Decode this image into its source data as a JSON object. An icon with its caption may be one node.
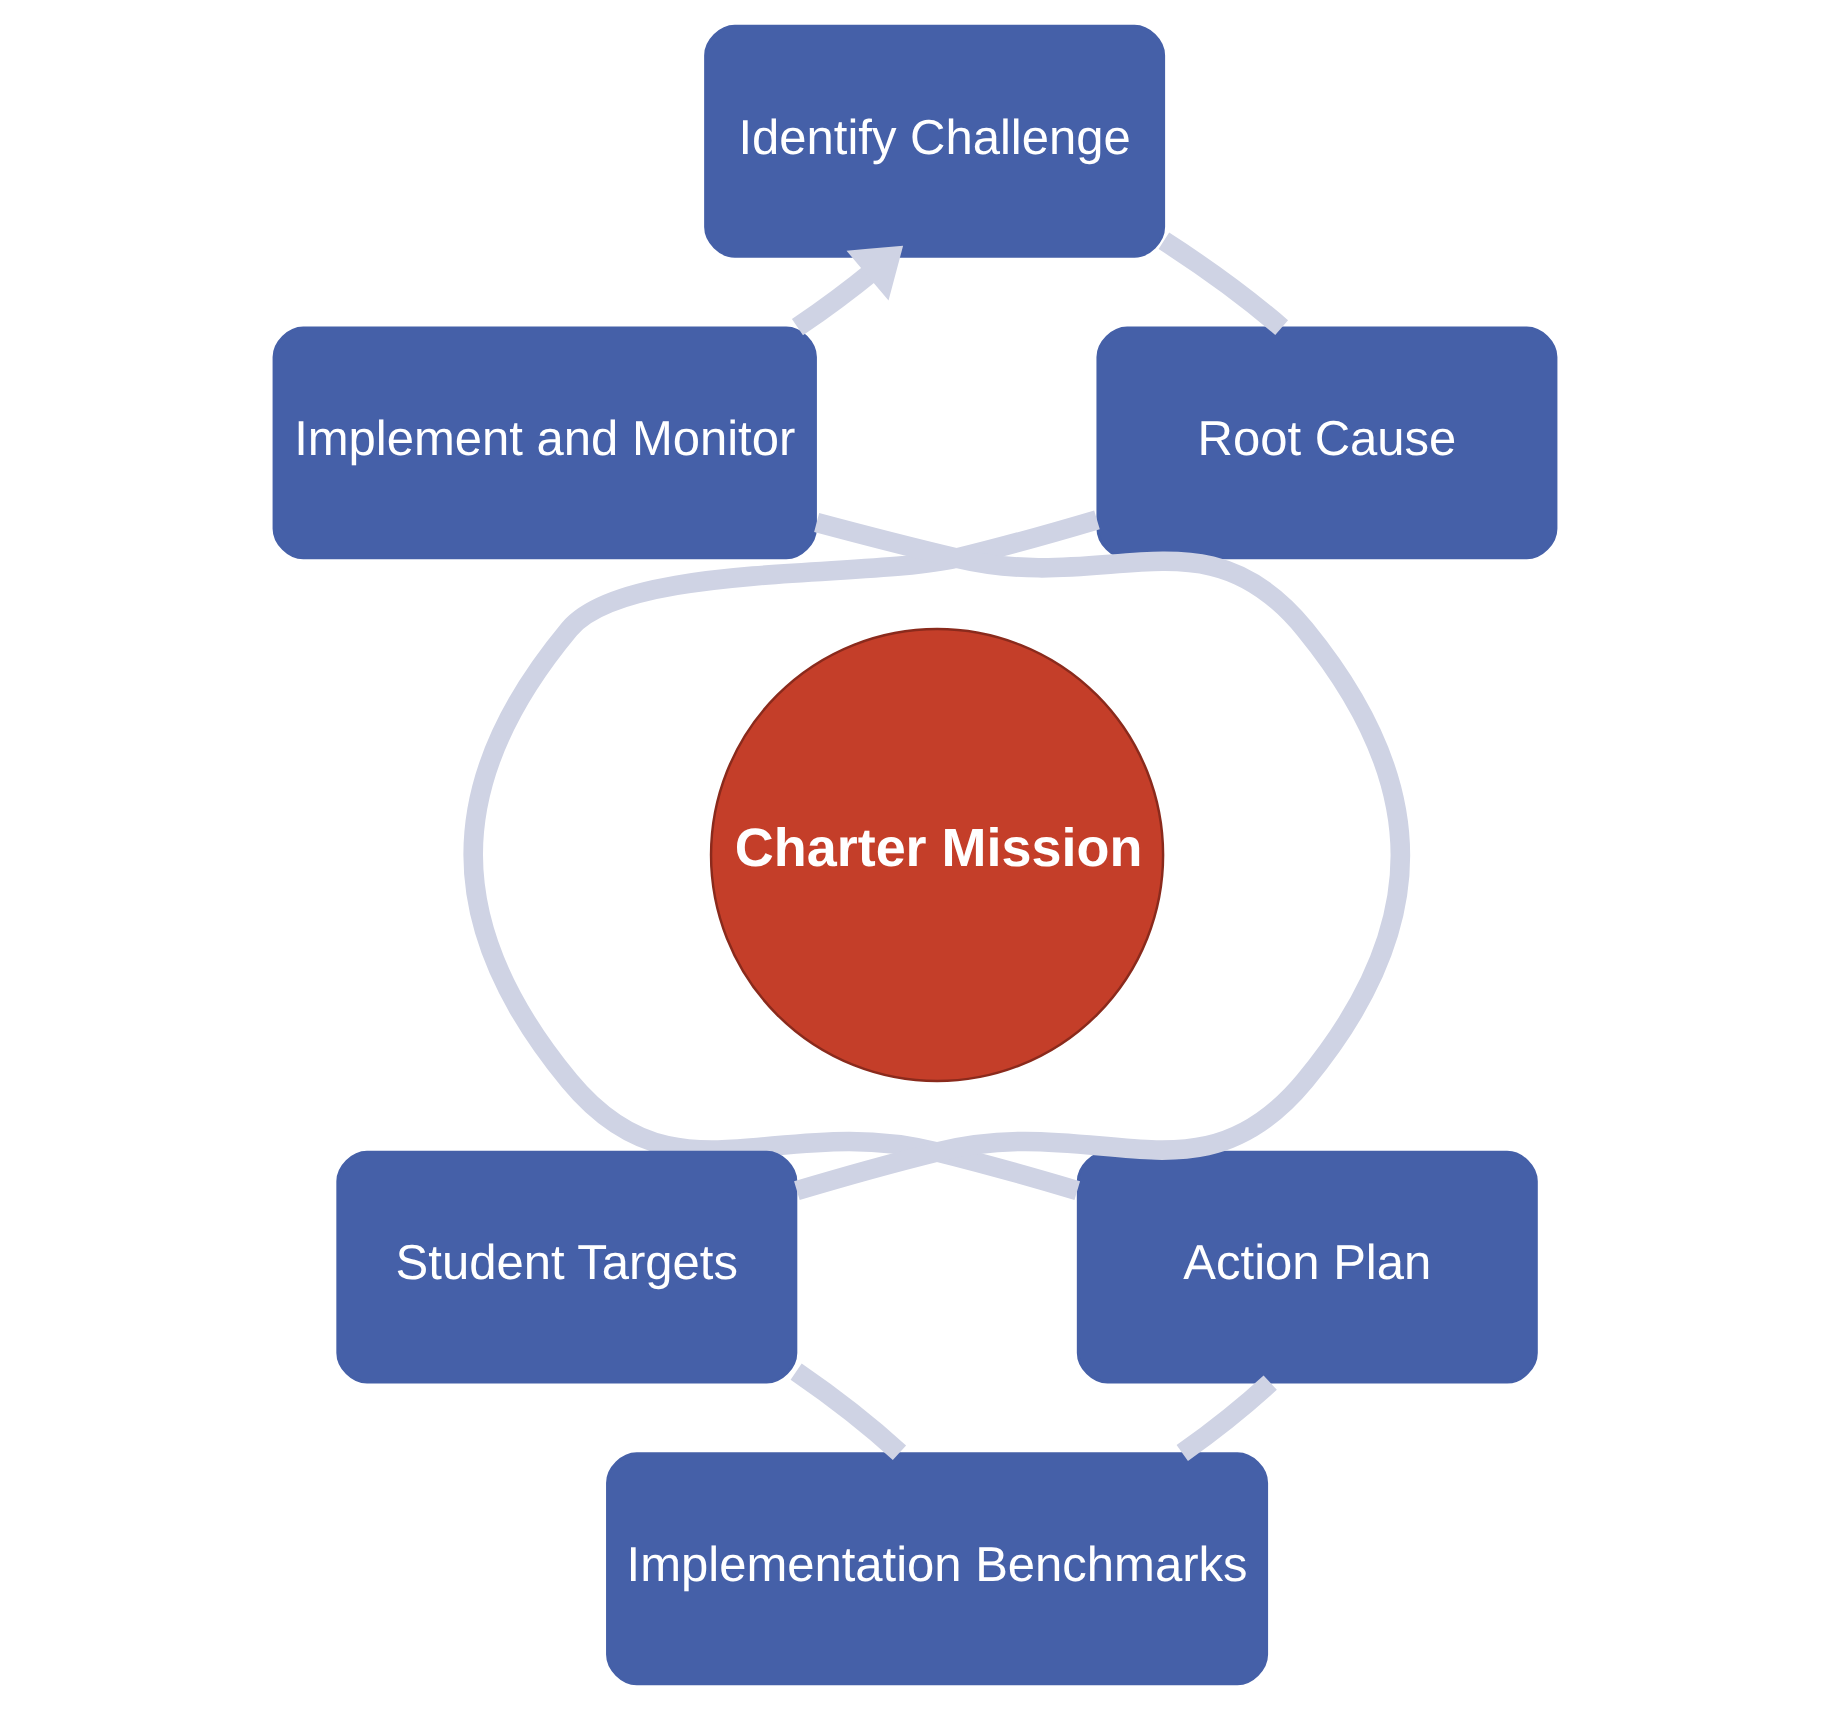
{
  "diagram": {
    "nodes": [
      {
        "text": [
          "Identify Challenge"
        ]
      },
      {
        "text": [
          "Root Cause"
        ]
      },
      {
        "text": [
          "Action Plan"
        ]
      },
      {
        "text": [
          "Implementation Benchmarks"
        ]
      },
      {
        "text": [
          "Student Targets"
        ]
      },
      {
        "text": [
          "Implement and Monitor"
        ]
      },
      {
        "text": [
          "Charter Mission"
        ]
      }
    ],
    "edges": [
      {
        "from": 0,
        "to": 1,
        "arrow": "none"
      },
      {
        "from": 1,
        "to": 2,
        "arrow": "none"
      },
      {
        "from": 2,
        "to": 3,
        "arrow": "none"
      },
      {
        "from": 3,
        "to": 4,
        "arrow": "none"
      },
      {
        "from": 4,
        "to": 5,
        "arrow": "none"
      },
      {
        "from": 5,
        "to": 0,
        "arrow": "to"
      }
    ]
  }
}
